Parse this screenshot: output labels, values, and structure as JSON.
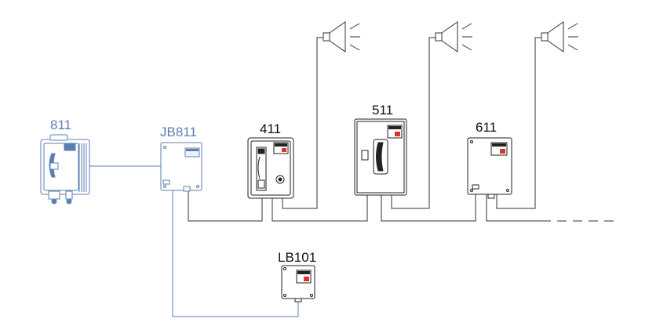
{
  "labels": {
    "phone_811": "811",
    "junction_box": "JB811",
    "station_411": "411",
    "station_511": "511",
    "station_611": "611",
    "loud_bell": "LB101"
  },
  "colors": {
    "blue_device": "#5b7fb3",
    "black_device": "#222222",
    "wire": "#333333",
    "badge_red": "#d9342b"
  },
  "icons": {
    "speakers": [
      "horn-speaker-icon",
      "horn-speaker-icon",
      "horn-speaker-icon"
    ],
    "continuation": "dashed-continuation-line"
  }
}
